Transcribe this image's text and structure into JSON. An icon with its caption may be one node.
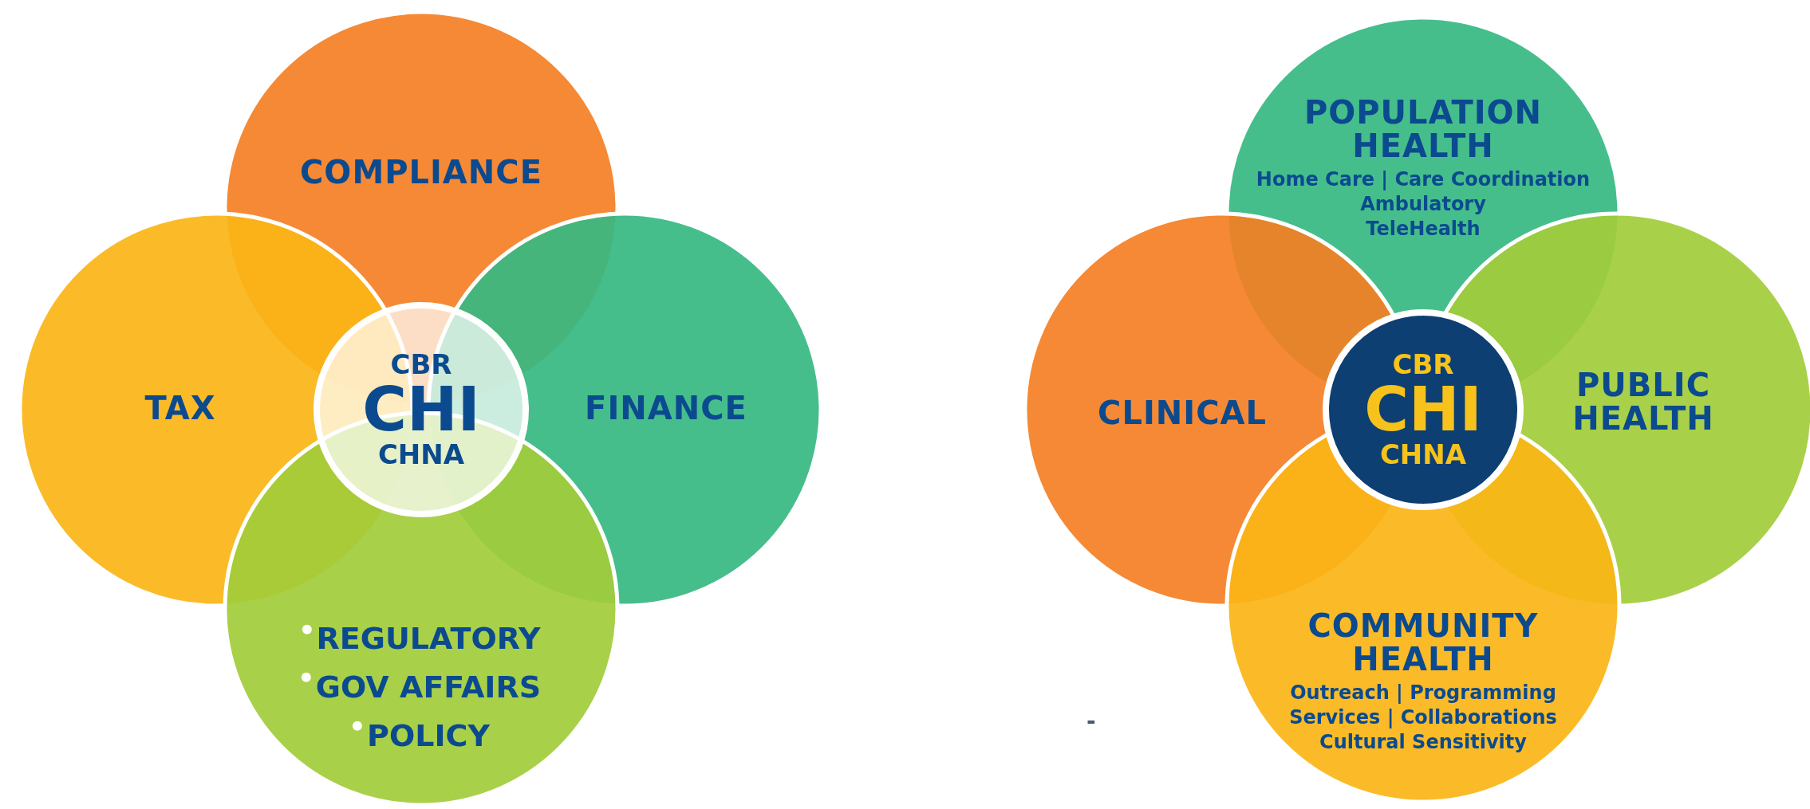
{
  "diagram": {
    "nodes": [
      {
        "text": [
          "COMPLIANCE"
        ]
      },
      {
        "text": [
          "TAX"
        ]
      },
      {
        "text": [
          "FINANCE"
        ]
      },
      {
        "text": [
          "REGULATORY",
          "GOV AFFAIRS",
          "POLICY"
        ]
      },
      {
        "text": [
          "CBR",
          "CHI",
          "CHNA"
        ]
      },
      {
        "text": [
          "POPULATION HEALTH",
          "Home Care | Care Coordination",
          "Ambulatory",
          "TeleHealth"
        ]
      },
      {
        "text": [
          "CLINICAL"
        ]
      },
      {
        "text": [
          "PUBLIC HEALTH"
        ]
      },
      {
        "text": [
          "COMMUNITY HEALTH",
          "Outreach | Programming",
          "Services | Collaborations",
          "Cultural Sensitivity"
        ]
      },
      {
        "text": [
          "CBR",
          "CHI",
          "CHNA"
        ]
      }
    ],
    "labels": [
      "-"
    ]
  }
}
